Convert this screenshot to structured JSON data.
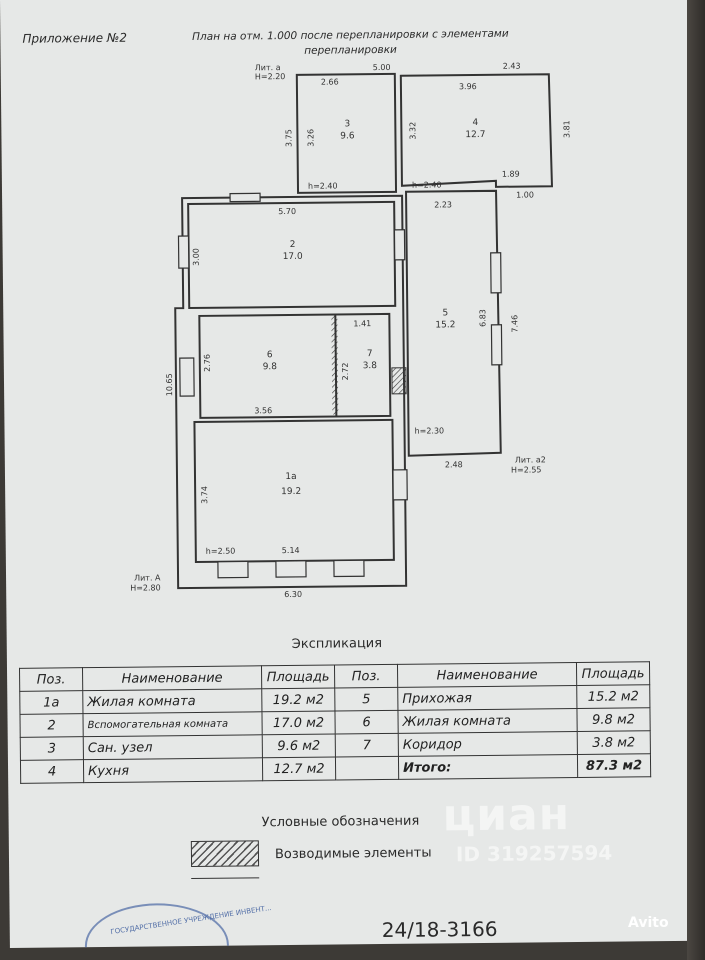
{
  "header": {
    "appendix": "Приложение №2",
    "plan_title": "План на отм. 1.000 после перепланировки с элементами перепланировки"
  },
  "plan_labels": {
    "lit_a": "Лит. а",
    "lit_a_h": "H=2.20",
    "lit_A": "Лит. А",
    "lit_A_h": "H=2.80",
    "lit_a2": "Лит. а2",
    "lit_a2_h": "H=2.55",
    "dims": {
      "d500": "5.00",
      "d243": "2.43",
      "d266": "2.66",
      "d396": "3.96",
      "d375": "3.75",
      "d326": "3.26",
      "d332": "3.32",
      "d381": "3.81",
      "d189": "1.89",
      "d100": "1.00",
      "h240a": "h=2.40",
      "h240b": "h=2.40",
      "d223": "2.23",
      "d570": "5.70",
      "d300": "3.00",
      "d141": "1.41",
      "d683": "6.83",
      "d746": "7.46",
      "d276": "2.76",
      "d272": "2.72",
      "d1065": "10.65",
      "d356": "3.56",
      "h230": "h=2.30",
      "d248": "2.48",
      "d374": "3.74",
      "h250": "h=2.50",
      "d514": "5.14",
      "d630": "6.30"
    },
    "rooms": [
      {
        "num": "3",
        "area": "9.6"
      },
      {
        "num": "4",
        "area": "12.7"
      },
      {
        "num": "2",
        "area": "17.0"
      },
      {
        "num": "5",
        "area": "15.2"
      },
      {
        "num": "6",
        "area": "9.8"
      },
      {
        "num": "7",
        "area": "3.8"
      },
      {
        "num": "1а",
        "area": "19.2"
      }
    ]
  },
  "explication": {
    "title": "Экспликация",
    "headers": [
      "Поз.",
      "Наименование",
      "Площадь",
      "Поз.",
      "Наименование",
      "Площадь"
    ],
    "rows": [
      [
        "1а",
        "Жилая комната",
        "19.2 м2",
        "5",
        "Прихожая",
        "15.2 м2"
      ],
      [
        "2",
        "Вспомогательная комната",
        "17.0 м2",
        "6",
        "Жилая комната",
        "9.8 м2"
      ],
      [
        "3",
        "Сан. узел",
        "9.6 м2",
        "7",
        "Коридор",
        "3.8 м2"
      ],
      [
        "4",
        "Кухня",
        "12.7 м2",
        "",
        "Итого:",
        "87.3 м2"
      ]
    ]
  },
  "legend": {
    "title": "Условные обозначения",
    "hatch_label": "Возводимые элементы"
  },
  "document_number": "24/18-3166",
  "stamp_text": "ГОСУДАРСТВЕННОЕ УЧРЕЖДЕНИЕ ИНВЕНТ...",
  "watermarks": {
    "cian": "циан",
    "cian_id": "ID 319257594",
    "avito": "Avito"
  }
}
